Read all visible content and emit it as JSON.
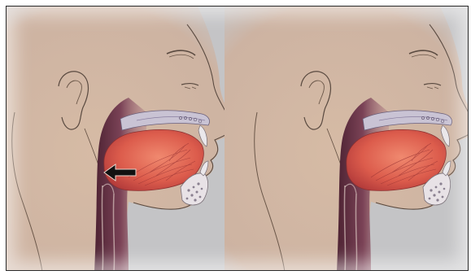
{
  "figure": {
    "panels": [
      {
        "id": "left",
        "arrow": true,
        "arrow_direction": "left"
      },
      {
        "id": "right",
        "arrow": false
      }
    ],
    "colors": {
      "background": "#c4c4c6",
      "skin": "#cfb4a0",
      "throat_dark": "#6e3a4a",
      "palate": "#c9c3d4",
      "tongue": "#d9584a",
      "tongue_highlight": "#ef8a72",
      "outline": "#5a4a40",
      "teeth": "#eae7ea",
      "arrow": "#111111"
    }
  }
}
